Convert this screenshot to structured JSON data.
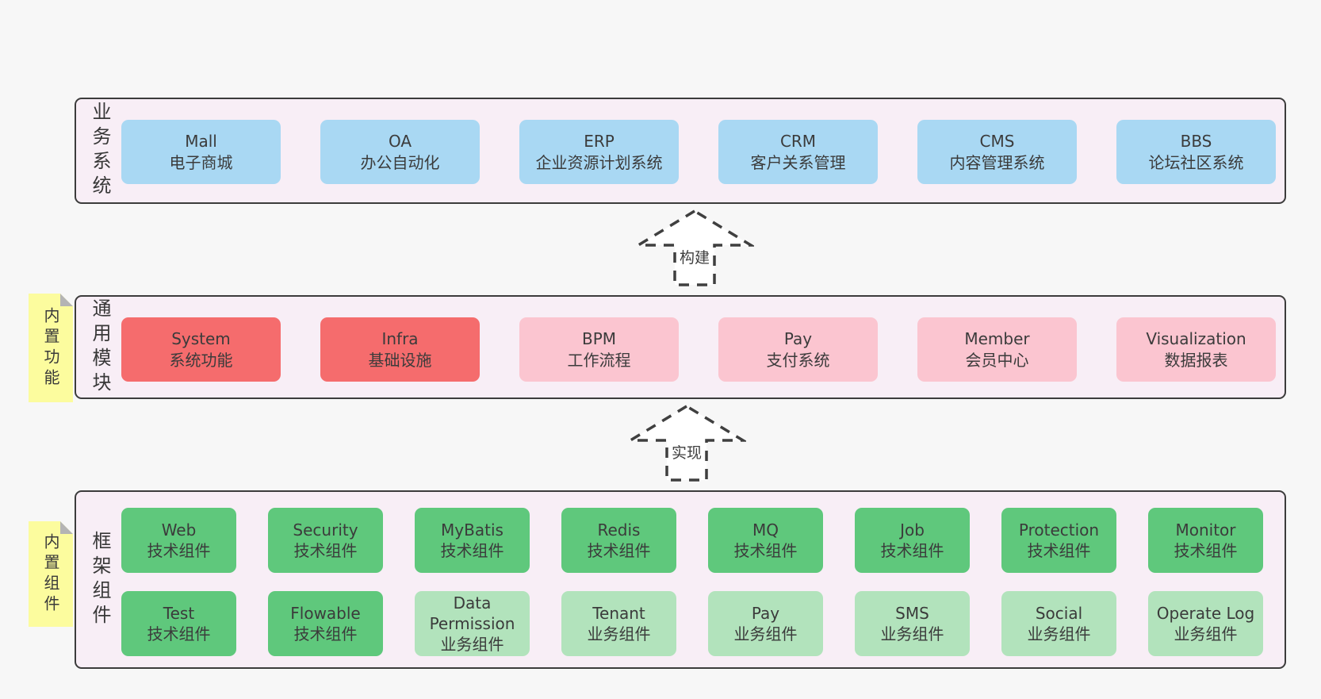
{
  "colors": {
    "page_bg": "#f7f7f7",
    "band_bg": "#f8eef6",
    "band_border": "#3c3c3c",
    "blue_box": "#a9d8f3",
    "red_box": "#f56c6d",
    "pink_box": "#fbc5d0",
    "green_dark_box": "#5fc87c",
    "green_light_box": "#b2e3bc",
    "sticky_note": "#fcfc9e",
    "note_fold": "#b4b4b4",
    "text": "#3a3a3a"
  },
  "arrows": {
    "build": "构建",
    "implement": "实现"
  },
  "business": {
    "label": "业务系统",
    "boxes": [
      {
        "en": "Mall",
        "zh": "电子商城",
        "type": "blue"
      },
      {
        "en": "OA",
        "zh": "办公自动化",
        "type": "blue"
      },
      {
        "en": "ERP",
        "zh": "企业资源计划系统",
        "type": "blue"
      },
      {
        "en": "CRM",
        "zh": "客户关系管理",
        "type": "blue"
      },
      {
        "en": "CMS",
        "zh": "内容管理系统",
        "type": "blue"
      },
      {
        "en": "BBS",
        "zh": "论坛社区系统",
        "type": "blue"
      }
    ]
  },
  "modules": {
    "label": "通用模块",
    "note": "内置功能",
    "boxes": [
      {
        "en": "System",
        "zh": "系统功能",
        "type": "red"
      },
      {
        "en": "Infra",
        "zh": "基础设施",
        "type": "red"
      },
      {
        "en": "BPM",
        "zh": "工作流程",
        "type": "pink"
      },
      {
        "en": "Pay",
        "zh": "支付系统",
        "type": "pink"
      },
      {
        "en": "Member",
        "zh": "会员中心",
        "type": "pink"
      },
      {
        "en": "Visualization",
        "zh": "数据报表",
        "type": "pink"
      }
    ]
  },
  "components": {
    "label": "框架组件",
    "note": "内置组件",
    "row1": [
      {
        "en": "Web",
        "zh": "技术组件",
        "type": "green-dark"
      },
      {
        "en": "Security",
        "zh": "技术组件",
        "type": "green-dark"
      },
      {
        "en": "MyBatis",
        "zh": "技术组件",
        "type": "green-dark"
      },
      {
        "en": "Redis",
        "zh": "技术组件",
        "type": "green-dark"
      },
      {
        "en": "MQ",
        "zh": "技术组件",
        "type": "green-dark"
      },
      {
        "en": "Job",
        "zh": "技术组件",
        "type": "green-dark"
      },
      {
        "en": "Protection",
        "zh": "技术组件",
        "type": "green-dark"
      },
      {
        "en": "Monitor",
        "zh": "技术组件",
        "type": "green-dark"
      }
    ],
    "row2": [
      {
        "en": "Test",
        "zh": "技术组件",
        "type": "green-dark"
      },
      {
        "en": "Flowable",
        "zh": "技术组件",
        "type": "green-dark"
      },
      {
        "en": "Data Permission",
        "zh": "业务组件",
        "type": "green-light"
      },
      {
        "en": "Tenant",
        "zh": "业务组件",
        "type": "green-light"
      },
      {
        "en": "Pay",
        "zh": "业务组件",
        "type": "green-light"
      },
      {
        "en": "SMS",
        "zh": "业务组件",
        "type": "green-light"
      },
      {
        "en": "Social",
        "zh": "业务组件",
        "type": "green-light"
      },
      {
        "en": "Operate Log",
        "zh": "业务组件",
        "type": "green-light"
      }
    ]
  }
}
